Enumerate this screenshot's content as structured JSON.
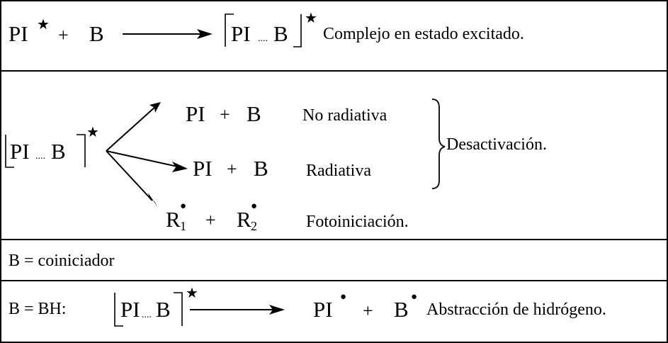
{
  "row1": {
    "pi": "PI",
    "star": "★",
    "plus": "+",
    "b": "B",
    "complex_pi": "PI",
    "complex_dots": "....",
    "complex_b": "B",
    "complex_star": "★",
    "label": "Complejo en estado excitado."
  },
  "row2": {
    "complex_pi": "PI",
    "complex_dots": "....",
    "complex_b": "B",
    "complex_star": "★",
    "p1_pi": "PI",
    "p1_plus": "+",
    "p1_b": "B",
    "p1_label": "No radiativa",
    "p2_pi": "PI",
    "p2_plus": "+",
    "p2_b": "B",
    "p2_label": "Radiativa",
    "brace_label": "Desactivación.",
    "p3_r1": "R",
    "p3_r1_sub": "1",
    "p3_dot": "●",
    "p3_plus": "+",
    "p3_r2": "R",
    "p3_r2_sub": "2",
    "p3_label": "Fotoiniciación."
  },
  "row3": {
    "text": "B = coiniciador"
  },
  "row4": {
    "prefix": "B = BH:",
    "complex_pi": "PI",
    "complex_dots": "....",
    "complex_b": "B",
    "complex_star": "★",
    "pi": "PI",
    "dot": "●",
    "plus": "+",
    "b": "B",
    "label": "Abstracción de hidrógeno."
  }
}
